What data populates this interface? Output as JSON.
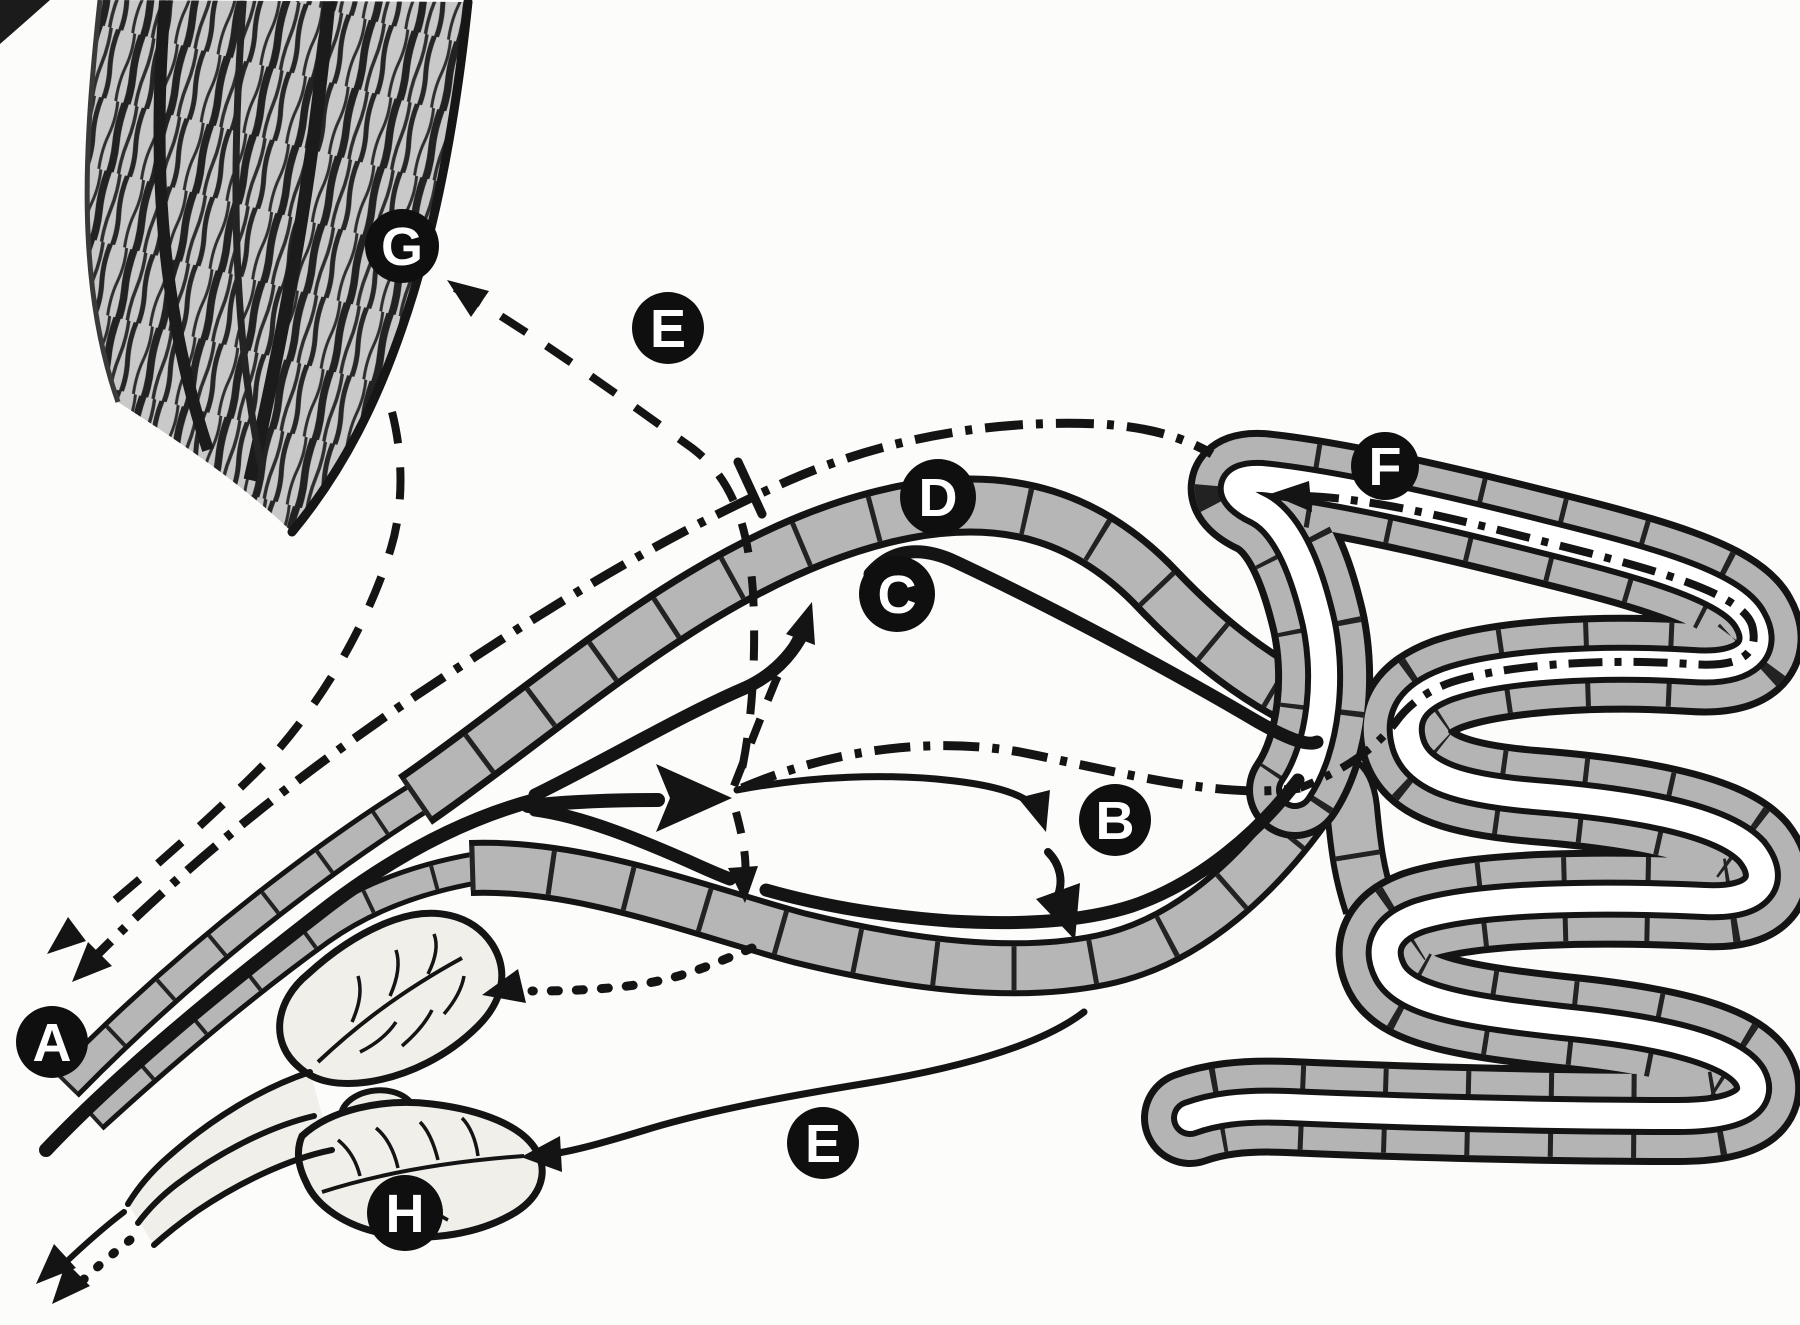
{
  "diagram": {
    "background": "#fcfcfa",
    "ink": "#141414",
    "wall_gray": "#b6b6b6",
    "muscle_gray": "#c9c9c9",
    "gland_fill": "#f0efea",
    "label_circle_color": "#0f0f0f",
    "label_text_color": "#ffffff"
  },
  "markers": [
    {
      "id": "a",
      "letter": "A"
    },
    {
      "id": "b",
      "letter": "B"
    },
    {
      "id": "c",
      "letter": "C"
    },
    {
      "id": "d",
      "letter": "D"
    },
    {
      "id": "e-upper",
      "letter": "E"
    },
    {
      "id": "e-lower",
      "letter": "E"
    },
    {
      "id": "f",
      "letter": "F"
    },
    {
      "id": "g",
      "letter": "G"
    },
    {
      "id": "h",
      "letter": "H"
    }
  ]
}
